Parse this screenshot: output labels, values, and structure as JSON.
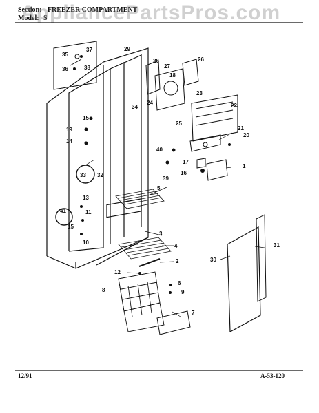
{
  "header": {
    "section_label": "Section:",
    "section_title": "FREEZER COMPARTMENT",
    "model_label": "Model:",
    "model_value": "S"
  },
  "watermark": "AppliancePartsPros.com",
  "footer": {
    "date": "12/91",
    "page_code": "A-53-120"
  },
  "callouts": [
    "35",
    "37",
    "38",
    "36",
    "29",
    "26",
    "27",
    "18",
    "26",
    "23",
    "34",
    "24",
    "22",
    "25",
    "15",
    "19",
    "21",
    "20",
    "14",
    "40",
    "17",
    "16",
    "1",
    "39",
    "33",
    "32",
    "5",
    "13",
    "41",
    "11",
    "15",
    "10",
    "3",
    "4",
    "2",
    "12",
    "31",
    "30",
    "6",
    "8",
    "9",
    "7"
  ],
  "colors": {
    "ink": "#111111",
    "paper": "#ffffff",
    "watermark": "#888888"
  }
}
